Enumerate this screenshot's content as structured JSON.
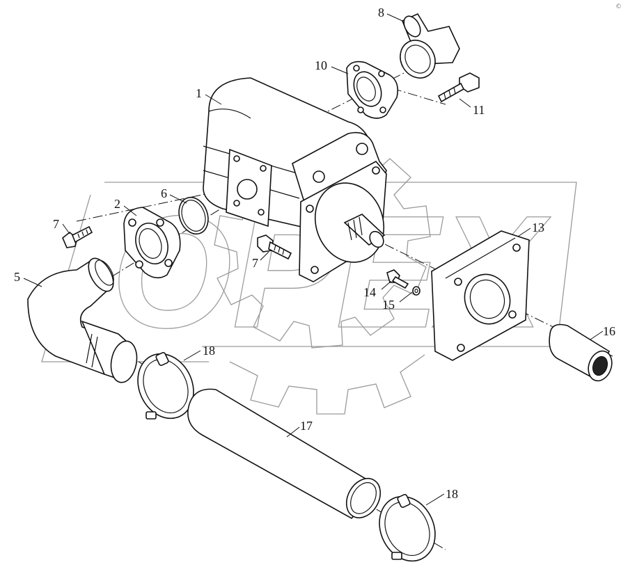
{
  "watermark": {
    "text": "OPEX",
    "corner_mark": "©"
  },
  "callouts": [
    {
      "id": "c1",
      "label": "1"
    },
    {
      "id": "c2",
      "label": "2"
    },
    {
      "id": "c5",
      "label": "5"
    },
    {
      "id": "c6",
      "label": "6"
    },
    {
      "id": "c7a",
      "label": "7"
    },
    {
      "id": "c7b",
      "label": "7"
    },
    {
      "id": "c8",
      "label": "8"
    },
    {
      "id": "c10",
      "label": "10"
    },
    {
      "id": "c11",
      "label": "11"
    },
    {
      "id": "c13",
      "label": "13"
    },
    {
      "id": "c14",
      "label": "14"
    },
    {
      "id": "c15",
      "label": "15"
    },
    {
      "id": "c16",
      "label": "16"
    },
    {
      "id": "c17",
      "label": "17"
    },
    {
      "id": "c18a",
      "label": "18"
    },
    {
      "id": "c18b",
      "label": "18"
    }
  ],
  "colors": {
    "line": "#111111",
    "watermark": "#9a9a9a",
    "background": "#ffffff"
  }
}
